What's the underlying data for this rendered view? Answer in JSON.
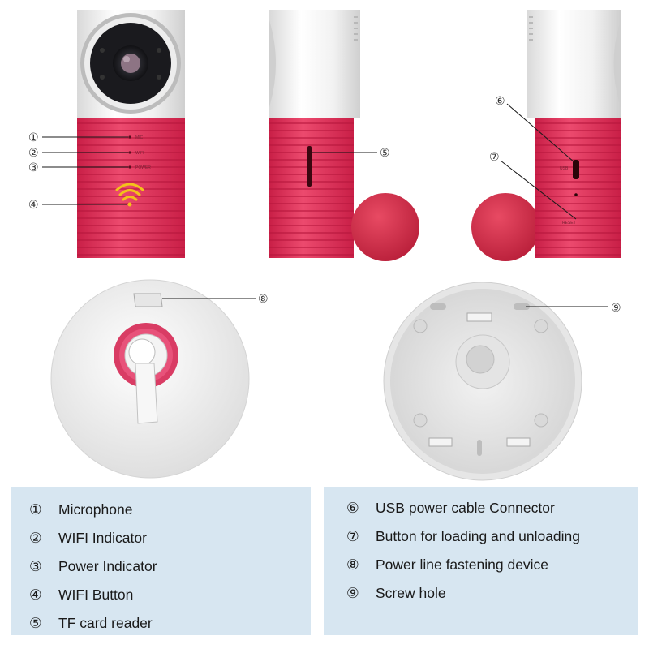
{
  "callouts": [
    {
      "num": "①"
    },
    {
      "num": "②"
    },
    {
      "num": "③"
    },
    {
      "num": "④"
    },
    {
      "num": "⑤"
    },
    {
      "num": "⑥"
    },
    {
      "num": "⑦"
    },
    {
      "num": "⑧"
    },
    {
      "num": "⑨"
    }
  ],
  "device_print": {
    "mic": "MIC",
    "wifi": "WIFI",
    "power": "POWER",
    "usb": "USB",
    "reset": "RESET"
  },
  "legend": {
    "left": [
      {
        "num": "①",
        "text": "Microphone"
      },
      {
        "num": "②",
        "text": "WIFI Indicator"
      },
      {
        "num": "③",
        "text": "Power Indicator"
      },
      {
        "num": "④",
        "text": "WIFI Button"
      },
      {
        "num": "⑤",
        "text": "TF card reader"
      }
    ],
    "right": [
      {
        "num": "⑥",
        "text": "USB power cable Connector"
      },
      {
        "num": "⑦",
        "text": "Button for loading and unloading"
      },
      {
        "num": "⑧",
        "text": "Power line  fastening device"
      },
      {
        "num": "⑨",
        "text": "Screw hole"
      }
    ]
  },
  "colors": {
    "body_red": "#e3385e",
    "ridge": "#b5163c",
    "white_top": "#f3f3f3",
    "legend_bg": "#d7e6f1",
    "wifi_icon": "#f3c21a"
  }
}
